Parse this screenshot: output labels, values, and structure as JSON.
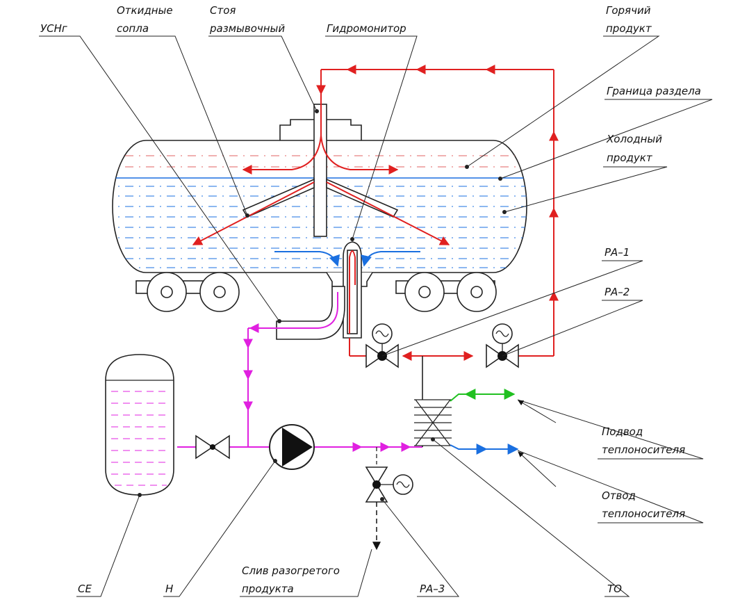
{
  "labels": {
    "usng": "УСНг",
    "nozzles_line1": "Откидные",
    "nozzles_line2": "сопла",
    "riser_line1": "Стоя",
    "riser_line2": "размывочный",
    "hydromonitor": "Гидромонитор",
    "hot_line1": "Горячий",
    "hot_line2": "продукт",
    "boundary": "Граница раздела",
    "cold_line1": "Холодный",
    "cold_line2": "продукт",
    "ra1": "РА–1",
    "ra2": "РА–2",
    "supply_line1": "Подвод",
    "supply_line2": "теплоносителя",
    "return_line1": "Отвод",
    "return_line2": "теплоносителя",
    "ce": "СЕ",
    "n": "Н",
    "drain_line1": "Слив разогретого",
    "drain_line2": "продукта",
    "ra3": "РА–3",
    "to": "ТО"
  },
  "colors": {
    "hot_product": "#e02020",
    "cold_product": "#1a6fe0",
    "circulation": "#e020e0",
    "heat_supply": "#20c020",
    "heat_return": "#1a6fe0",
    "lines": "#222222"
  }
}
